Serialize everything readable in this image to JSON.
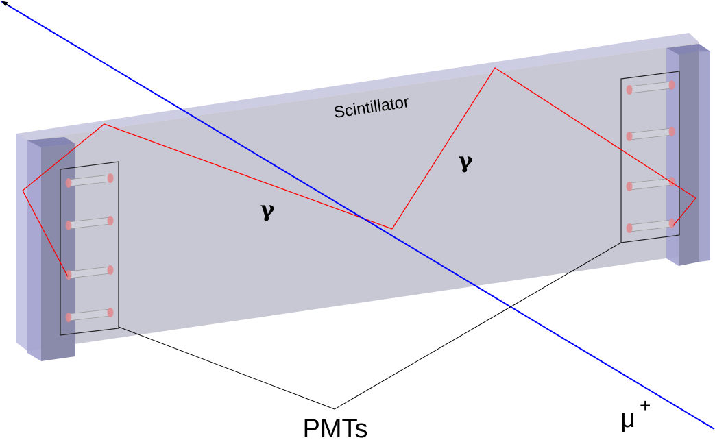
{
  "labels": {
    "scintillator": "Scintillator",
    "gamma_left": "γ",
    "gamma_right": "γ",
    "pmts": "PMTs",
    "muon": "μ",
    "muon_charge": "+"
  },
  "colors": {
    "background": "#ffffff",
    "slab_face": "#c8c8d4",
    "slab_top": "#c3c3de",
    "slab_end": "#b4b4dc",
    "guide_front": "#8a8aaa",
    "guide_side": "#6e6e96",
    "pmt_tube": "#cfcfd9",
    "pmt_cap": "#e08a90",
    "photon_path": "#ff0000",
    "muon_track": "#0000ff",
    "leader_lines": "#000000"
  }
}
